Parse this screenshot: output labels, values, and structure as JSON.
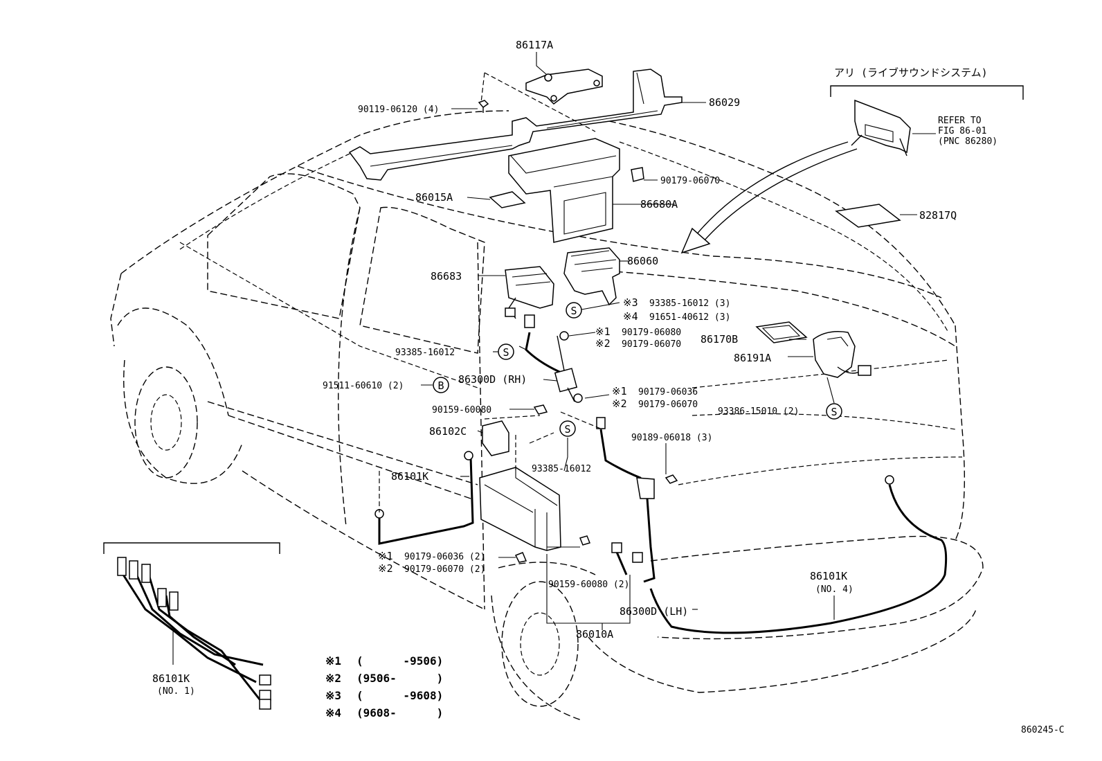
{
  "callouts": {
    "p86117A": "86117A",
    "p86029": "86029",
    "p90119": "90119-06120 (4)",
    "p90179_06070_top": "90179-06070",
    "p86015A": "86015A",
    "p86680A": "86680A",
    "p86060": "86060",
    "p86683": "86683",
    "p93385_3": "93385-16012 (3)",
    "p91651_3": "91651-40612 (3)",
    "mark3": "※3",
    "mark4": "※4",
    "p93385_a": "93385-16012",
    "p90179_06080": "90179-06080",
    "p90179_06070_a": "90179-06070",
    "mark1a": "※1",
    "mark2a": "※2",
    "p86300D_RH": "86300D (RH)",
    "p91511": "91511-60610 (2)",
    "p90179_06036": "90179-06036",
    "p90179_06070_b": "90179-06070",
    "mark1b": "※1",
    "mark2b": "※2",
    "p90159_a": "90159-60080",
    "p86102C": "86102C",
    "p93385_b": "93385-16012",
    "p90189": "90189-06018 (3)",
    "p86101K_main": "86101K",
    "p90179_06036_2": "90179-06036 (2)",
    "p90179_06070_2": "90179-06070 (2)",
    "mark1c": "※1",
    "mark2c": "※2",
    "p90159_2": "90159-60080 (2)",
    "p86300D_LH": "86300D (LH)",
    "p86010A": "86010A",
    "p86101K_no4": "86101K",
    "p86101K_no4_sub": "(NO. 4)",
    "p86101K_no1": "86101K",
    "p86101K_no1_sub": "(NO. 1)",
    "p86170B": "86170B",
    "p86191A": "86191A",
    "p93386": "93386-15010 (2)",
    "p82817Q": "82817Q",
    "live_sound_header": "アリ (ライブサウンドシステム)",
    "refer_line1": "REFER TO",
    "refer_line2": "FIG 86-01",
    "refer_line3": "(PNC 86280)",
    "circle_S": "S",
    "circle_B": "B",
    "fig_number": "860245-C"
  },
  "legend": [
    {
      "mark": "※1",
      "range": "(      -9506)"
    },
    {
      "mark": "※2",
      "range": "(9506-      )"
    },
    {
      "mark": "※3",
      "range": "(      -9608)"
    },
    {
      "mark": "※4",
      "range": "(9608-      )"
    }
  ]
}
